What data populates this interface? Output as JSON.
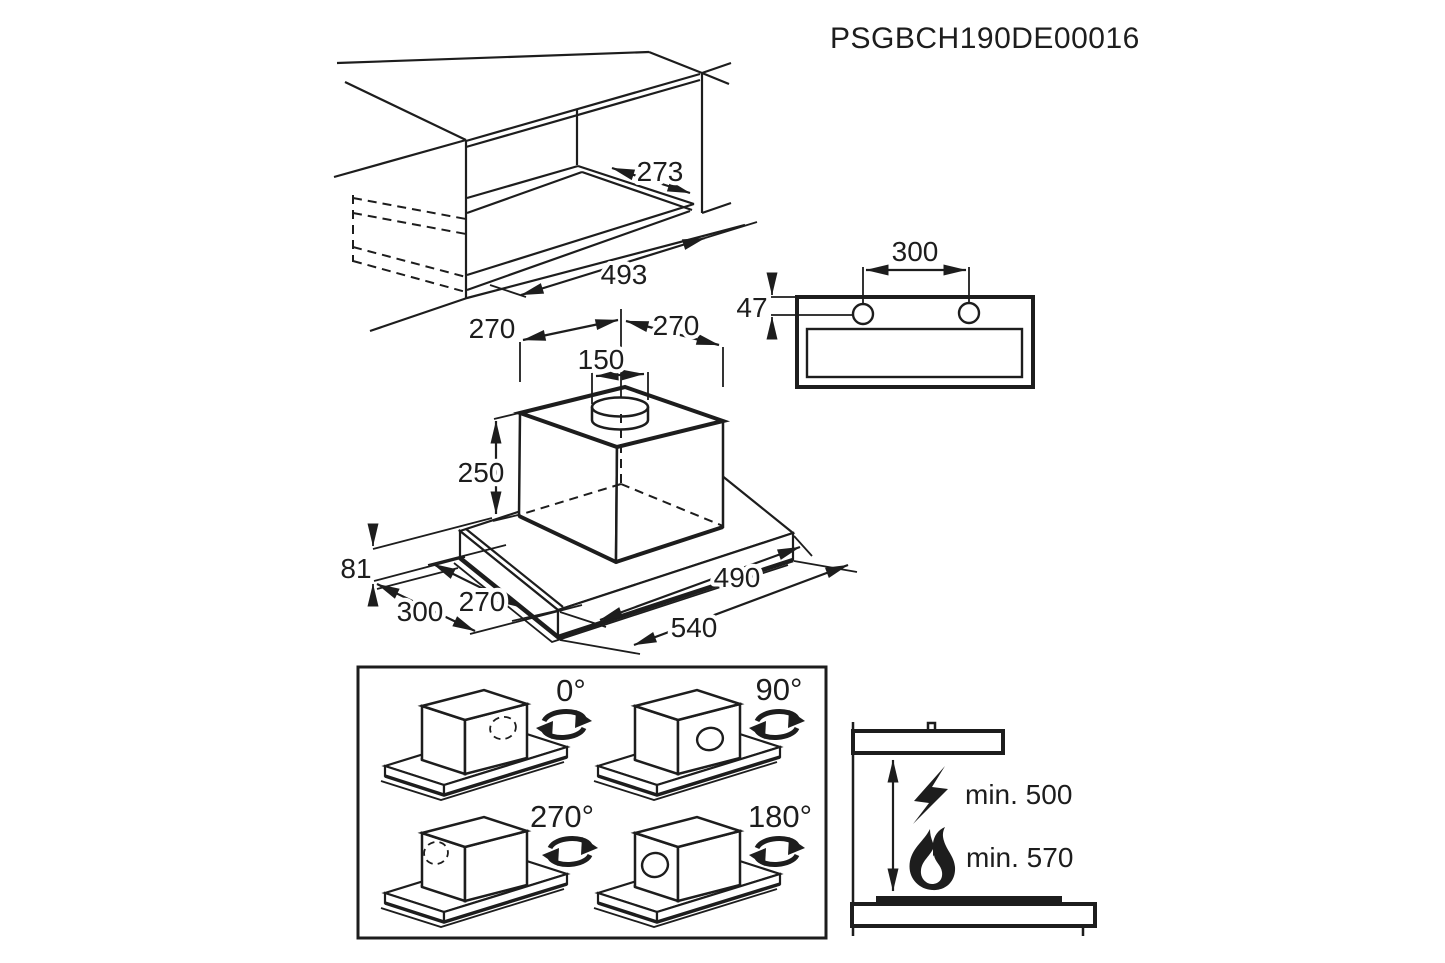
{
  "title": "PSGBCH190DE00016",
  "colors": {
    "line": "#1d1d1d",
    "background": "#ffffff"
  },
  "cabinet_cutout_view": {
    "cutout_depth_mm": "273",
    "cutout_width_mm": "493"
  },
  "mounting_front_view": {
    "hole_spacing_mm": "300",
    "hole_top_offset_mm": "47"
  },
  "hood_dimensions_view": {
    "duct_center_left_mm": "270",
    "duct_center_right_mm": "270",
    "duct_diameter_mm": "150",
    "chimney_height_mm": "250",
    "body_height_mm": "81",
    "body_depth_mm": "300",
    "front_depth_mm": "270",
    "inner_width_mm": "490",
    "body_width_mm": "540"
  },
  "duct_rotation_view": {
    "options": [
      {
        "angle": "0°"
      },
      {
        "angle": "90°"
      },
      {
        "angle": "270°"
      },
      {
        "angle": "180°"
      }
    ]
  },
  "clearance_view": {
    "electric_min_label": "min. 500",
    "gas_min_label": "min. 570"
  }
}
